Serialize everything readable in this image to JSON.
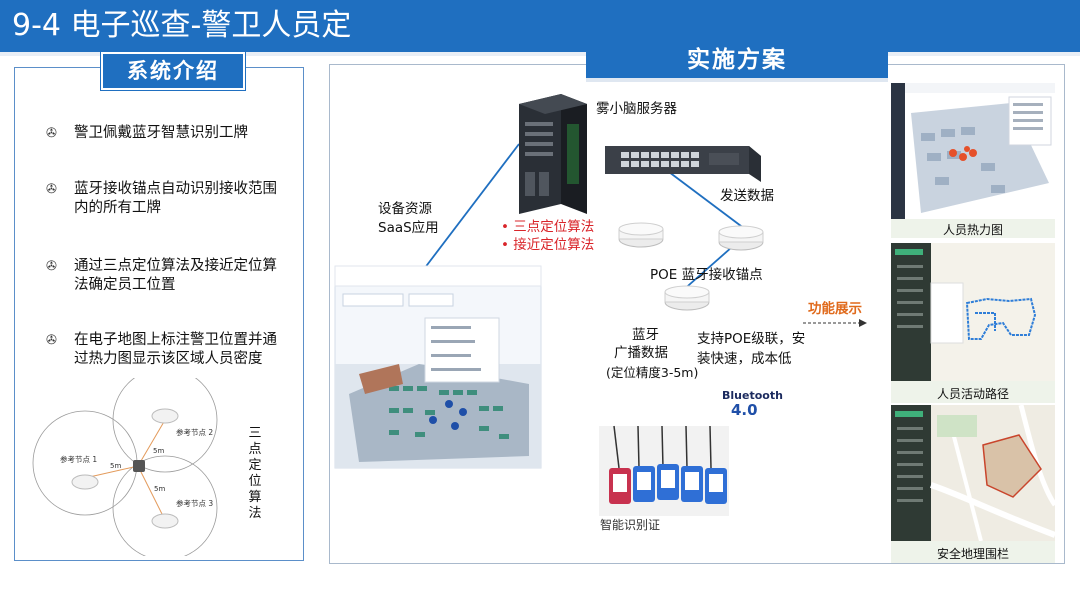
{
  "header": {
    "title": "9-4 电子巡查-警卫人员定"
  },
  "left": {
    "tab": "系统介绍",
    "bullet_icon": "✇",
    "features": [
      "警卫佩戴蓝牙智慧识别工牌",
      "蓝牙接收锚点自动识别接收范围内的所有工牌",
      "通过三点定位算法及接近定位算法确定员工位置",
      "在电子地图上标注警卫位置并通过热力图显示该区域人员密度"
    ],
    "diagram": {
      "node1": "参考节点 1",
      "node2": "参考节点 2",
      "node3": "参考节点 3",
      "dist": "5m",
      "label": "三点定位算法"
    }
  },
  "right": {
    "tab": "实施方案",
    "server_label": "雾小脑服务器",
    "saas_label_1": "设备资源",
    "saas_label_2": "SaaS应用",
    "algo_1": "• 三点定位算法",
    "algo_2": "• 接近定位算法",
    "send_label": "发送数据",
    "poe_label": "POE 蓝牙接收锚点",
    "bt_label_1": "蓝牙",
    "bt_label_2": "广播数据",
    "bt_label_3": "(定位精度3-5m)",
    "poe_desc_1": "支持POE级联，安",
    "poe_desc_2": "装快速，成本低",
    "bluetooth_logo": "Bluetooth",
    "bluetooth_ver": "4.0",
    "badge_label": "智能识别证",
    "feature_show": "功能展示",
    "thumbs": [
      "人员热力图",
      "人员活动路径",
      "安全地理围栏"
    ]
  },
  "colors": {
    "brand": "#1f6fc0",
    "accent_red": "#d9252a",
    "accent_orange": "#e06a1c"
  }
}
